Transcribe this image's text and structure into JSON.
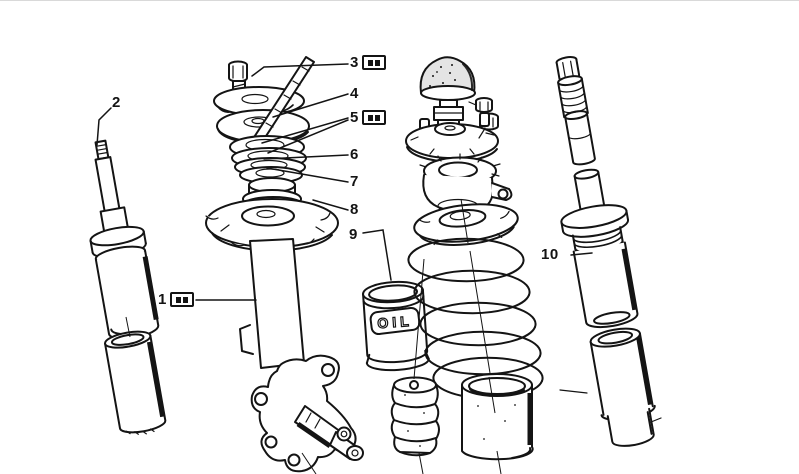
{
  "diagram": {
    "description": "Exploded parts diagram of front suspension shock absorbers, strut, coil spring and related parts",
    "colors": {
      "line": "#141414",
      "background": "#ffffff",
      "shade": "#e4e4e4"
    },
    "oil_can": {
      "label": "OIL"
    },
    "callouts": [
      {
        "number": "1",
        "flag": true
      },
      {
        "number": "2",
        "flag": false
      },
      {
        "number": "3",
        "flag": true
      },
      {
        "number": "4",
        "flag": false
      },
      {
        "number": "5",
        "flag": true
      },
      {
        "number": "6",
        "flag": false
      },
      {
        "number": "7",
        "flag": false
      },
      {
        "number": "8",
        "flag": false
      },
      {
        "number": "9",
        "flag": false
      },
      {
        "number": "10",
        "flag": false
      }
    ]
  }
}
